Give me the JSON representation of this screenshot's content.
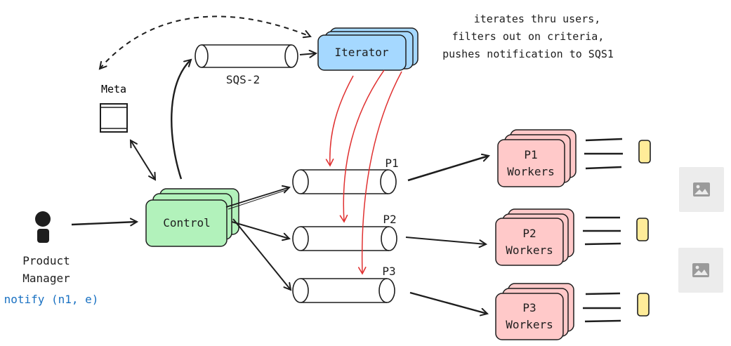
{
  "annotation": {
    "lines": [
      "iterates thru users,",
      "filters out on criteria,",
      "pushes notification to SQS1"
    ]
  },
  "nodes": {
    "iterator": "Iterator",
    "control": "Control",
    "meta": "Meta",
    "sqs2": "SQS-2",
    "actor_line1": "Product",
    "actor_line2": "Manager",
    "actor_call": "notify (n1, e)",
    "queue_p1": "P1",
    "queue_p2": "P2",
    "queue_p3": "P3",
    "workers_p1": [
      "P1",
      "Workers"
    ],
    "workers_p2": [
      "P2",
      "Workers"
    ],
    "workers_p3": [
      "P3",
      "Workers"
    ]
  },
  "colors": {
    "iterator_fill": "#a5d8ff",
    "control_fill": "#b2f2bb",
    "workers_fill": "#ffc9c9",
    "red_arrows": "#e03131",
    "actor_text": "#1971c2",
    "task_fill": "#ffec99"
  },
  "icons": [
    "image-placeholder-icon",
    "image-placeholder-icon"
  ]
}
